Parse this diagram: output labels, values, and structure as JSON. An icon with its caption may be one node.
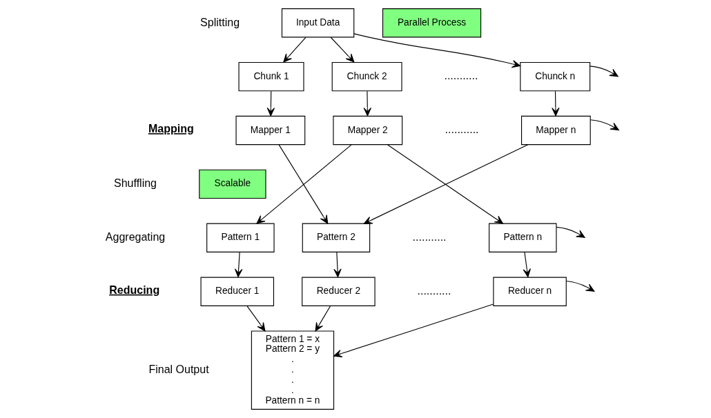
{
  "diagram": {
    "nodes": [
      {
        "text": [
          "Input Data"
        ]
      },
      {
        "text": [
          "Parallel Process"
        ]
      },
      {
        "text": [
          "Chunk 1"
        ]
      },
      {
        "text": [
          "Chunck 2"
        ]
      },
      {
        "text": [
          "Chunck n"
        ]
      },
      {
        "text": [
          "Mapper 1"
        ]
      },
      {
        "text": [
          "Mapper 2"
        ]
      },
      {
        "text": [
          "Mapper n"
        ]
      },
      {
        "text": [
          "Scalable"
        ]
      },
      {
        "text": [
          "Pattern 1"
        ]
      },
      {
        "text": [
          "Pattern 2"
        ]
      },
      {
        "text": [
          "Pattern n"
        ]
      },
      {
        "text": [
          "Reducer 1"
        ]
      },
      {
        "text": [
          "Reducer 2"
        ]
      },
      {
        "text": [
          "Reducer n"
        ]
      },
      {
        "text": [
          "Pattern 1 = x",
          "Pattern 2 = y",
          ".",
          ".",
          ".",
          ".",
          "Pattern n = n"
        ]
      }
    ],
    "edges": [
      {
        "from": 0,
        "to": 2,
        "arrow": "to"
      },
      {
        "from": 0,
        "to": 3,
        "arrow": "to"
      },
      {
        "from": 0,
        "to": 4,
        "arrow": "to"
      },
      {
        "from": 4,
        "to": null,
        "arrow": "to"
      },
      {
        "from": 2,
        "to": 5,
        "arrow": "to"
      },
      {
        "from": 3,
        "to": 6,
        "arrow": "to"
      },
      {
        "from": 4,
        "to": 7,
        "arrow": "to"
      },
      {
        "from": 7,
        "to": null,
        "arrow": "to"
      },
      {
        "from": 5,
        "to": 10,
        "arrow": "to"
      },
      {
        "from": 6,
        "to": 9,
        "arrow": "to"
      },
      {
        "from": 6,
        "to": 11,
        "arrow": "to"
      },
      {
        "from": 7,
        "to": 10,
        "arrow": "to"
      },
      {
        "from": 11,
        "to": null,
        "arrow": "to"
      },
      {
        "from": 9,
        "to": 12,
        "arrow": "to"
      },
      {
        "from": 10,
        "to": 13,
        "arrow": "to"
      },
      {
        "from": 11,
        "to": 14,
        "arrow": "to"
      },
      {
        "from": 14,
        "to": null,
        "arrow": "to"
      },
      {
        "from": 12,
        "to": 15,
        "arrow": "to"
      },
      {
        "from": 13,
        "to": 15,
        "arrow": "to"
      },
      {
        "from": 14,
        "to": 15,
        "arrow": "to"
      }
    ],
    "labels": [
      "Splitting",
      "...........",
      "Mapping",
      "...........",
      "Shuffling",
      "Aggregating",
      "...........",
      "Reducing",
      "...........",
      "Final Output"
    ]
  }
}
